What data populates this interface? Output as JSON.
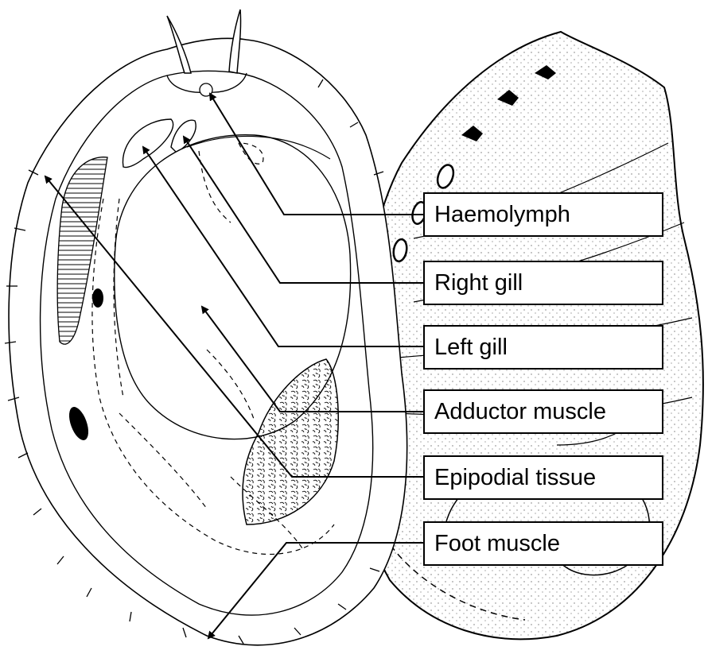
{
  "labels": {
    "haemolymph": "Haemolymph",
    "right_gill": "Right gill",
    "left_gill": "Left gill",
    "adductor_muscle": "Adductor muscle",
    "epipodial_tissue": "Epipodial tissue",
    "foot_muscle": "Foot muscle"
  },
  "colors": {
    "line": "#000000",
    "box_fill": "#ffffff",
    "background": "#ffffff"
  }
}
